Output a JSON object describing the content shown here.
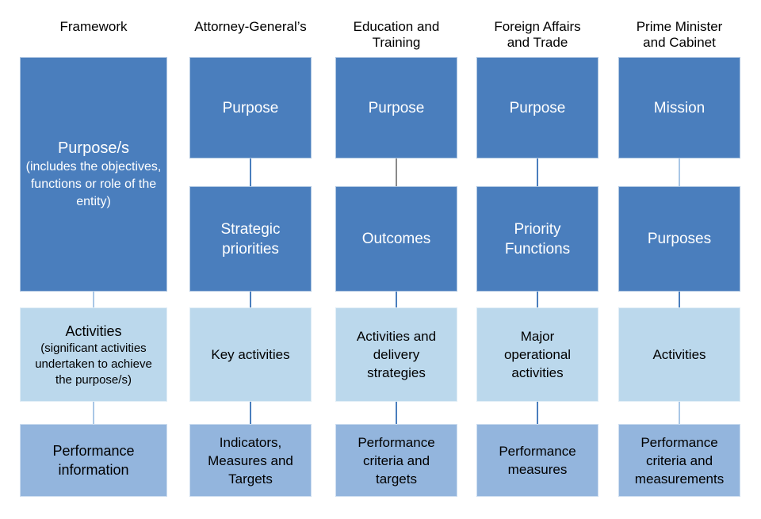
{
  "colors": {
    "box_dark": "#4A7EBD",
    "box_light": "#BBD8EC",
    "box_medium": "#93B5DD",
    "connector_blue": "#4A7EBD",
    "connector_light": "#A9C7E6",
    "connector_gray": "#8A8A8A",
    "text_on_dark": "#FFFFFF",
    "text_on_light": "#000000"
  },
  "columns": [
    {
      "header": "Framework",
      "boxes": [
        {
          "label": "Purpose/s",
          "note": "(includes the objectives, functions or role of the entity)",
          "tone": "dark"
        },
        {
          "label": "Activities",
          "note": "(significant activities undertaken to achieve the purpose/s)",
          "tone": "light"
        },
        {
          "label": "Performance information",
          "tone": "medium"
        }
      ],
      "connector_tones": [
        "light",
        "light"
      ]
    },
    {
      "header": "Attorney-General’s",
      "boxes": [
        {
          "label": "Purpose",
          "tone": "dark"
        },
        {
          "label": "Strategic priorities",
          "tone": "dark"
        },
        {
          "label": "Key activities",
          "tone": "light"
        },
        {
          "label": "Indicators, Measures and Targets",
          "tone": "medium"
        }
      ],
      "connector_tones": [
        "blue",
        "blue",
        "blue"
      ]
    },
    {
      "header": "Education and Training",
      "boxes": [
        {
          "label": "Purpose",
          "tone": "dark"
        },
        {
          "label": "Outcomes",
          "tone": "dark"
        },
        {
          "label": "Activities and delivery strategies",
          "tone": "light"
        },
        {
          "label": "Performance criteria and targets",
          "tone": "medium"
        }
      ],
      "connector_tones": [
        "gray",
        "blue",
        "blue"
      ]
    },
    {
      "header": "Foreign Affairs and Trade",
      "boxes": [
        {
          "label": "Purpose",
          "tone": "dark"
        },
        {
          "label": "Priority Functions",
          "tone": "dark"
        },
        {
          "label": "Major operational activities",
          "tone": "light"
        },
        {
          "label": "Performance measures",
          "tone": "medium"
        }
      ],
      "connector_tones": [
        "blue",
        "blue",
        "blue"
      ]
    },
    {
      "header": "Prime Minister and Cabinet",
      "boxes": [
        {
          "label": "Mission",
          "tone": "dark"
        },
        {
          "label": "Purposes",
          "tone": "dark"
        },
        {
          "label": "Activities",
          "tone": "light"
        },
        {
          "label": "Performance criteria and measurements",
          "tone": "medium"
        }
      ],
      "connector_tones": [
        "light",
        "blue",
        "light"
      ]
    }
  ]
}
